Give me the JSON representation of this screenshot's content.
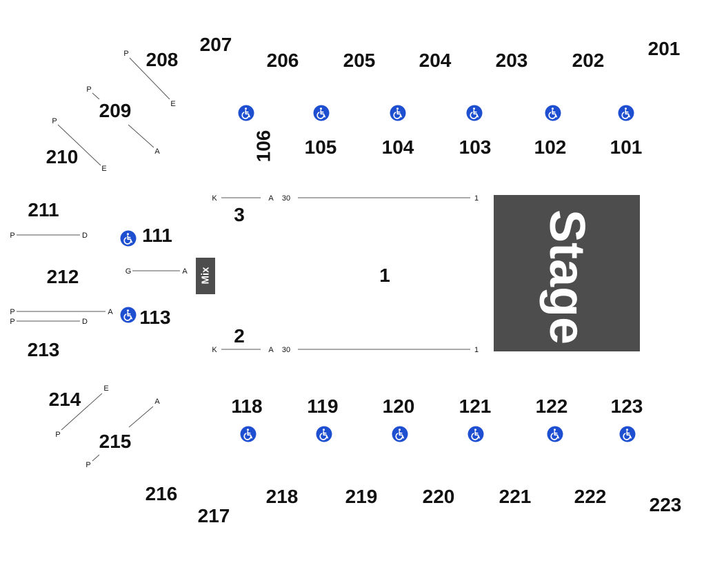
{
  "stage_label": "Stage",
  "mix_label": "Mix",
  "floor": {
    "center_label": "1",
    "upper_label": "3",
    "lower_label": "2",
    "row_k": "K",
    "row_a": "A",
    "seat_30": "30",
    "seat_1": "1"
  },
  "sections_200_top": [
    "201",
    "202",
    "203",
    "204",
    "205",
    "206",
    "207",
    "208",
    "209",
    "210"
  ],
  "sections_200_bottom": [
    "214",
    "215",
    "216",
    "217",
    "218",
    "219",
    "220",
    "221",
    "222",
    "223"
  ],
  "sections_200_side": [
    "211",
    "212",
    "213"
  ],
  "sections_100_top": [
    "101",
    "102",
    "103",
    "104",
    "105"
  ],
  "section_106": "106",
  "sections_100_side": [
    "111",
    "113"
  ],
  "sections_100_bottom": [
    "118",
    "119",
    "120",
    "121",
    "122",
    "123"
  ],
  "row_letters": {
    "p": "P",
    "e": "E",
    "a": "A",
    "d": "D",
    "g": "G"
  },
  "colors": {
    "stage": "#4d4d4d",
    "mix": "#4d4d4d",
    "accessible_icon": "#1f4fd1",
    "text": "#111111"
  },
  "icons": {
    "accessible": "wheelchair-icon"
  }
}
